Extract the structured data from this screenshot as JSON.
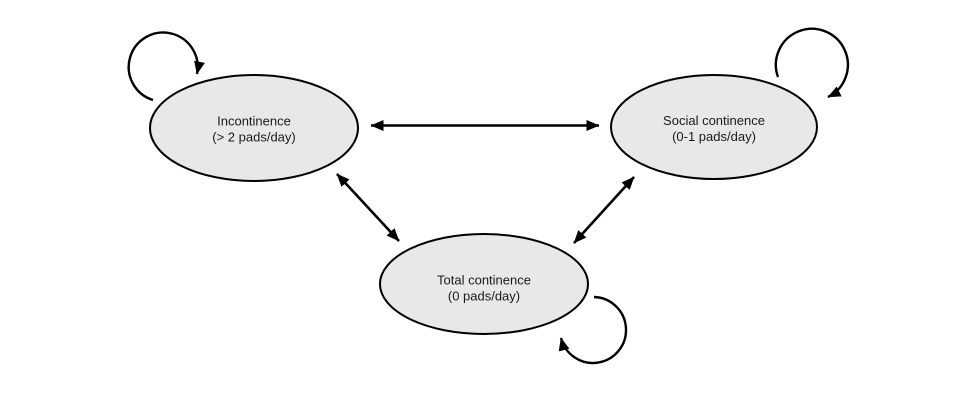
{
  "diagram": {
    "type": "state-transition-diagram",
    "background_color": "#ffffff",
    "colors": {
      "node_fill": "#e8e8e8",
      "node_stroke": "#000000",
      "arrow_color": "#000000",
      "text_color": "#1a1a1a"
    },
    "nodes": [
      {
        "id": "incontinence",
        "line1": "Incontinence",
        "line2": "(> 2 pads/day)"
      },
      {
        "id": "social_continence",
        "line1": "Social continence",
        "line2": "(0-1 pads/day)"
      },
      {
        "id": "total_continence",
        "line1": "Total continence",
        "line2": "(0 pads/day)"
      }
    ],
    "edges": [
      {
        "from": "incontinence",
        "to": "social_continence",
        "bidirectional": true,
        "self_loop": false
      },
      {
        "from": "incontinence",
        "to": "total_continence",
        "bidirectional": true,
        "self_loop": false
      },
      {
        "from": "social_continence",
        "to": "total_continence",
        "bidirectional": true,
        "self_loop": false
      },
      {
        "from": "incontinence",
        "to": "incontinence",
        "bidirectional": false,
        "self_loop": true
      },
      {
        "from": "social_continence",
        "to": "social_continence",
        "bidirectional": false,
        "self_loop": true
      },
      {
        "from": "total_continence",
        "to": "total_continence",
        "bidirectional": false,
        "self_loop": true
      }
    ]
  }
}
